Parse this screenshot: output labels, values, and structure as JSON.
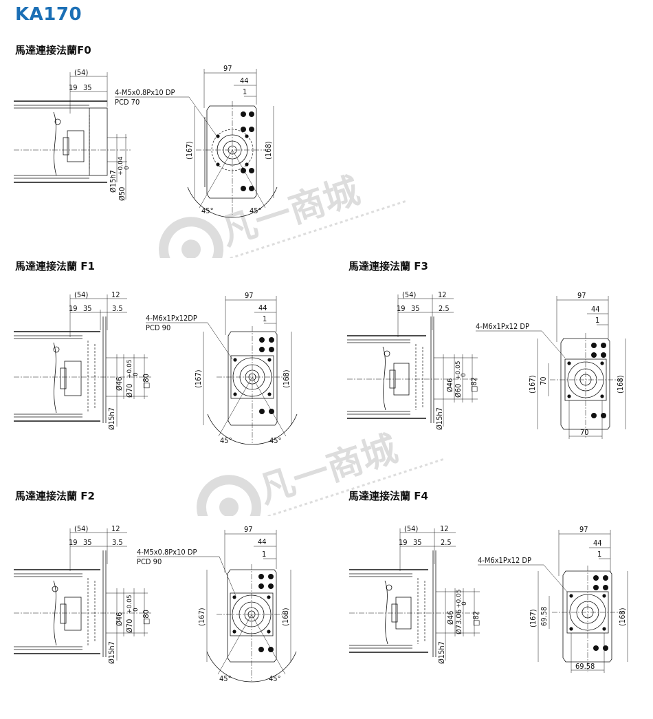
{
  "title": "KA170",
  "watermark": "凡一商城",
  "sections": {
    "f0": {
      "label": "馬達連接法蘭F0",
      "dim_54": "(54)",
      "dim_19": "19",
      "dim_35": "35",
      "screw_line1": "4-M5x0.8Px10 DP",
      "screw_line2": "PCD 70",
      "dim_97": "97",
      "dim_44": "44",
      "dim_1": "1",
      "dim_167": "(167)",
      "dim_168": "(168)",
      "shaft": "Ø15h7",
      "pilot": "Ø50",
      "tol_up": "+0.04",
      "tol_dn": "0",
      "ang_left": "45°",
      "ang_right": "45°"
    },
    "f1": {
      "label": "馬達連接法蘭 F1",
      "dim_54": "(54)",
      "dim_19": "19",
      "dim_35": "35",
      "dim_12": "12",
      "dim_35b": "3.5",
      "screw_line1": "4-M6x1Px12DP",
      "screw_line2": "PCD 90",
      "dim_97": "97",
      "dim_44": "44",
      "dim_1": "1",
      "dim_167": "(167)",
      "dim_168": "(168)",
      "shaft": "Ø15h7",
      "bore": "Ø46",
      "pilot": "Ø70",
      "tol_up": "+0.05",
      "tol_dn": "0",
      "square": "□80",
      "ang_left": "45°",
      "ang_right": "45°"
    },
    "f3": {
      "label": "馬達連接法蘭 F3",
      "dim_54": "(54)",
      "dim_19": "19",
      "dim_35": "35",
      "dim_12": "12",
      "dim_25": "2.5",
      "screw_line1": "4-M6x1Px12 DP",
      "dim_97": "97",
      "dim_44": "44",
      "dim_1": "1",
      "dim_167": "(167)",
      "dim_168": "(168)",
      "dim_70v": "70",
      "dim_70h": "70",
      "shaft": "Ø15h7",
      "bore": "Ø46",
      "pilot": "Ø60",
      "tol_up": "+0.05",
      "tol_dn": "0",
      "square": "□82"
    },
    "f2": {
      "label": "馬達連接法蘭 F2",
      "dim_54": "(54)",
      "dim_19": "19",
      "dim_35": "35",
      "dim_12": "12",
      "dim_35b": "3.5",
      "screw_line1": "4-M5x0.8Px10 DP",
      "screw_line2": "PCD 90",
      "dim_97": "97",
      "dim_44": "44",
      "dim_1": "1",
      "dim_167": "(167)",
      "dim_168": "(168)",
      "shaft": "Ø15h7",
      "bore": "Ø46",
      "pilot": "Ø70",
      "tol_up": "+0.05",
      "tol_dn": "0",
      "square": "□80",
      "ang_left": "45°",
      "ang_right": "45°"
    },
    "f4": {
      "label": "馬達連接法蘭 F4",
      "dim_54": "(54)",
      "dim_19": "19",
      "dim_35": "35",
      "dim_12": "12",
      "dim_25": "2.5",
      "screw_line1": "4-M6x1Px12 DP",
      "dim_97": "97",
      "dim_44": "44",
      "dim_1": "1",
      "dim_167": "(167)",
      "dim_168": "(168)",
      "dim_69v": "69.58",
      "dim_69h": "69.58",
      "shaft": "Ø15h7",
      "bore": "Ø46",
      "pilot": "Ø73.06",
      "tol_up": "+0.05",
      "tol_dn": "0",
      "square": "□82"
    }
  }
}
